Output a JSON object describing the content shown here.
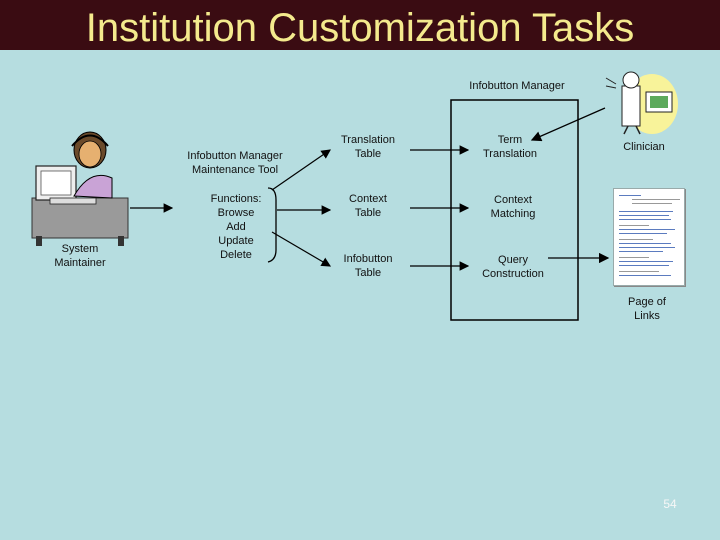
{
  "slide": {
    "title": "Institution Customization Tasks",
    "page_number": "54"
  },
  "labels": {
    "infobutton_manager": "Infobutton Manager",
    "system_maintainer": "System\nMaintainer",
    "maintenance_tool": "Infobutton Manager\nMaintenance Tool",
    "functions": "Functions:\nBrowse\nAdd\nUpdate\nDelete",
    "translation_table": "Translation\nTable",
    "context_table": "Context\nTable",
    "infobutton_table": "Infobutton\nTable",
    "term_translation": "Term\nTranslation",
    "context_matching": "Context\nMatching",
    "query_construction": "Query\nConstruction",
    "clinician": "Clinician",
    "page_of_links": "Page of\nLinks"
  },
  "colors": {
    "background": "#b6dde0",
    "title_bar": "#3a0c12",
    "title_text": "#f4ea8d"
  }
}
